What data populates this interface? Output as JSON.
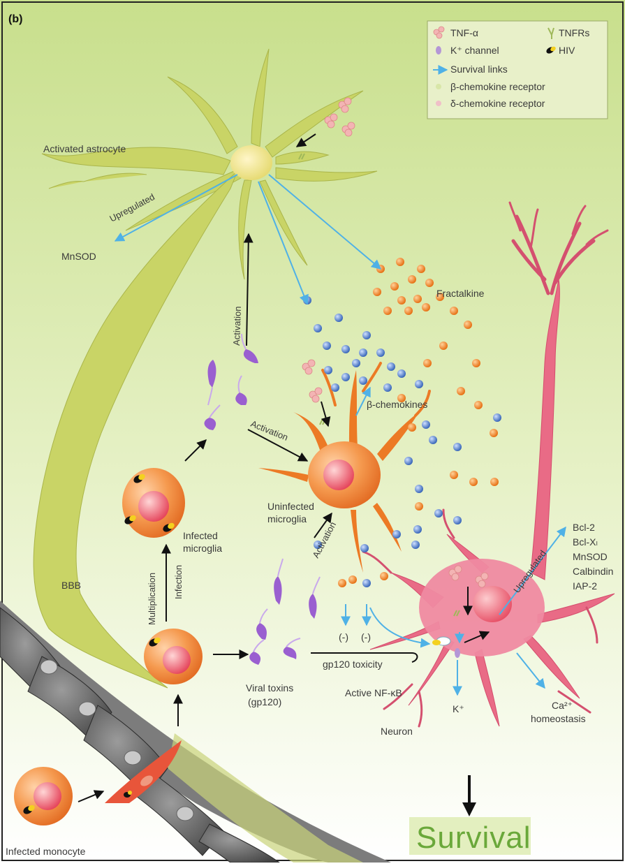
{
  "panel_label": "(b)",
  "legend": {
    "items": [
      {
        "label": "TNF-α"
      },
      {
        "label": "TNFRs"
      },
      {
        "label": "K⁺ channel"
      },
      {
        "label": "HIV"
      },
      {
        "label": "Survival links"
      },
      {
        "label": "β-chemokine receptor"
      },
      {
        "label": "δ-chemokine receptor"
      }
    ]
  },
  "labels": {
    "activated_astrocyte": "Activated astrocyte",
    "upregulated_left": "Upregulated",
    "mnsod_left": "MnSOD",
    "activation_vertical": "Activation",
    "fractalkine": "Fractalkine",
    "beta_chemokines": "β-chemokines",
    "activation_diag": "Activation",
    "uninfected_microglia_1": "Uninfected",
    "uninfected_microglia_2": "microglia",
    "activation_diag2": "Activation",
    "infected_microglia_1": "Infected",
    "infected_microglia_2": "microglia",
    "multiplication": "Multiplication",
    "infection": "Infection",
    "bbb": "BBB",
    "viral_toxins_1": "Viral toxins",
    "viral_toxins_2": "(gp120)",
    "minus_1": "(-)",
    "minus_2": "(-)",
    "gp120_toxicity": "gp120 toxicity",
    "active_nfkb": "Active NF-κB",
    "upregulated_right": "Upregulated",
    "bcl2": "Bcl-2",
    "bclx": "Bcl-Xₗ",
    "mnsod_right": "MnSOD",
    "calbindin": "Calbindin",
    "iap2": "IAP-2",
    "k_plus": "K⁺",
    "ca_1": "Ca²⁺",
    "ca_2": "homeostasis",
    "neuron": "Neuron",
    "infected_monocyte": "Infected monocyte",
    "survival": "Survival"
  },
  "colors": {
    "background_top": "#cfe39a",
    "background_bottom": "#ffffff",
    "astrocyte": "#c9d56a",
    "neuron": "#e8557a",
    "microglia": "#f08a3a",
    "beta_chemokine_dot": "#4a7fd0",
    "fractalkine_dot": "#ee7a1a",
    "survival_link": "#5bb8e8",
    "vessel_cell": "#555555"
  }
}
